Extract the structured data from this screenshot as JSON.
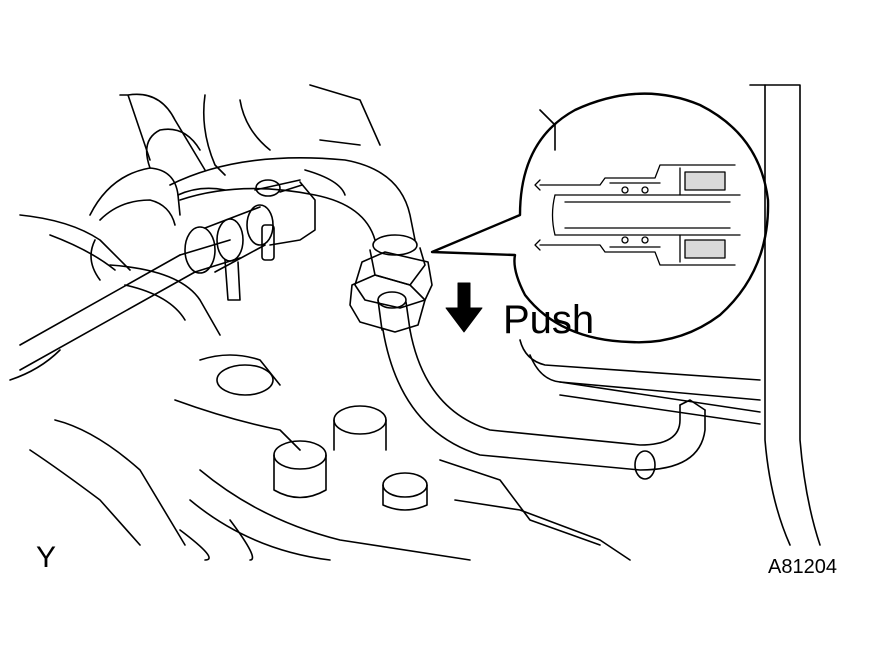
{
  "labels": {
    "push": "Push",
    "view": "Y",
    "figure_id": "A81204"
  },
  "colors": {
    "ink": "#000000",
    "paper": "#ffffff"
  },
  "icons": [
    "push-arrow-icon"
  ]
}
